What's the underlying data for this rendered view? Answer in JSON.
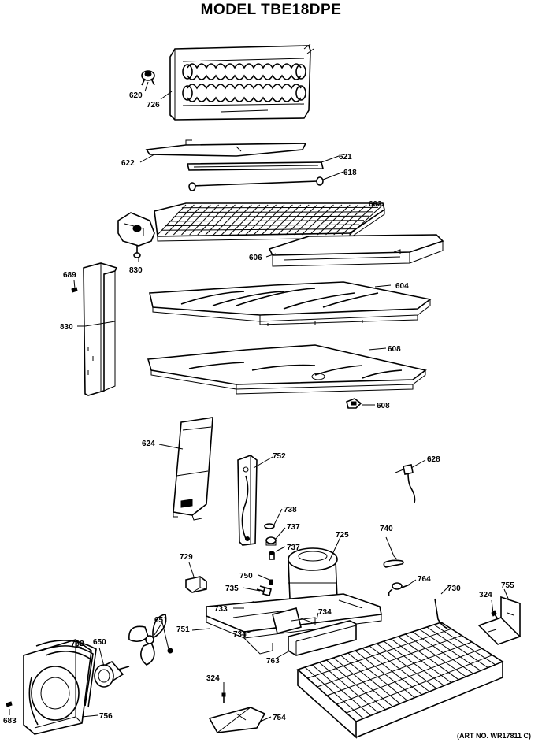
{
  "title": "MODEL TBE18DPE",
  "art_number": "(ART NO. WR17811 C)",
  "callouts": [
    {
      "id": "c620",
      "label": "620"
    },
    {
      "id": "c726",
      "label": "726"
    },
    {
      "id": "c622",
      "label": "622"
    },
    {
      "id": "c621",
      "label": "621"
    },
    {
      "id": "c618",
      "label": "618"
    },
    {
      "id": "c603",
      "label": "603"
    },
    {
      "id": "c606",
      "label": "606"
    },
    {
      "id": "c830a",
      "label": "830"
    },
    {
      "id": "c689",
      "label": "689"
    },
    {
      "id": "c830b",
      "label": "830"
    },
    {
      "id": "c604",
      "label": "604"
    },
    {
      "id": "c608a",
      "label": "608"
    },
    {
      "id": "c608b",
      "label": "608"
    },
    {
      "id": "c624",
      "label": "624"
    },
    {
      "id": "c752",
      "label": "752"
    },
    {
      "id": "c628",
      "label": "628"
    },
    {
      "id": "c738",
      "label": "738"
    },
    {
      "id": "c737a",
      "label": "737"
    },
    {
      "id": "c737b",
      "label": "737"
    },
    {
      "id": "c740",
      "label": "740"
    },
    {
      "id": "c725",
      "label": "725"
    },
    {
      "id": "c729",
      "label": "729"
    },
    {
      "id": "c750",
      "label": "750"
    },
    {
      "id": "c735",
      "label": "735"
    },
    {
      "id": "c764",
      "label": "764"
    },
    {
      "id": "c730",
      "label": "730"
    },
    {
      "id": "c324a",
      "label": "324"
    },
    {
      "id": "c755",
      "label": "755"
    },
    {
      "id": "c733",
      "label": "733"
    },
    {
      "id": "c734a",
      "label": "734"
    },
    {
      "id": "c751",
      "label": "751"
    },
    {
      "id": "c734b",
      "label": "734"
    },
    {
      "id": "c651",
      "label": "651"
    },
    {
      "id": "c762",
      "label": "762"
    },
    {
      "id": "c650",
      "label": "650"
    },
    {
      "id": "c763",
      "label": "763"
    },
    {
      "id": "c324b",
      "label": "324"
    },
    {
      "id": "c756",
      "label": "756"
    },
    {
      "id": "c754",
      "label": "754"
    },
    {
      "id": "c683",
      "label": "683"
    }
  ]
}
